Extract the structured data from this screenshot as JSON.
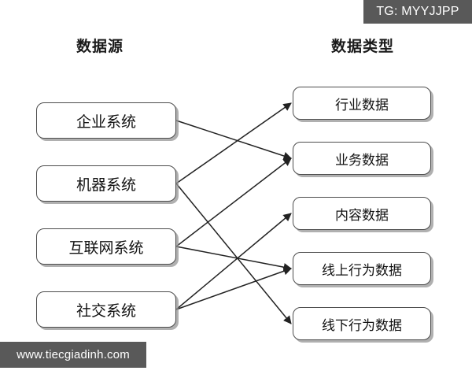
{
  "diagram": {
    "title_left": "数据源",
    "title_right": "数据类型",
    "sources": [
      {
        "id": "src-0",
        "label": "企业系统"
      },
      {
        "id": "src-1",
        "label": "机器系统"
      },
      {
        "id": "src-2",
        "label": "互联网系统"
      },
      {
        "id": "src-3",
        "label": "社交系统"
      }
    ],
    "types": [
      {
        "id": "type-0",
        "label": "行业数据"
      },
      {
        "id": "type-1",
        "label": "业务数据"
      },
      {
        "id": "type-2",
        "label": "内容数据"
      },
      {
        "id": "type-3",
        "label": "线上行为数据"
      },
      {
        "id": "type-4",
        "label": "线下行为数据"
      }
    ],
    "edges": [
      {
        "from": "src-0",
        "to": "type-1"
      },
      {
        "from": "src-1",
        "to": "type-0"
      },
      {
        "from": "src-1",
        "to": "type-4"
      },
      {
        "from": "src-2",
        "to": "type-1"
      },
      {
        "from": "src-2",
        "to": "type-3"
      },
      {
        "from": "src-3",
        "to": "type-2"
      },
      {
        "from": "src-3",
        "to": "type-3"
      }
    ],
    "colors": {
      "node_border": "#4d4d4d",
      "node_fill": "#ffffff",
      "edge": "#222222",
      "chip_background": "#595959",
      "chip_text": "#ffffff"
    }
  },
  "overlays": {
    "tag_badge": "TG: MYYJJPP",
    "watermark": "www.tiecgiadinh.com"
  }
}
